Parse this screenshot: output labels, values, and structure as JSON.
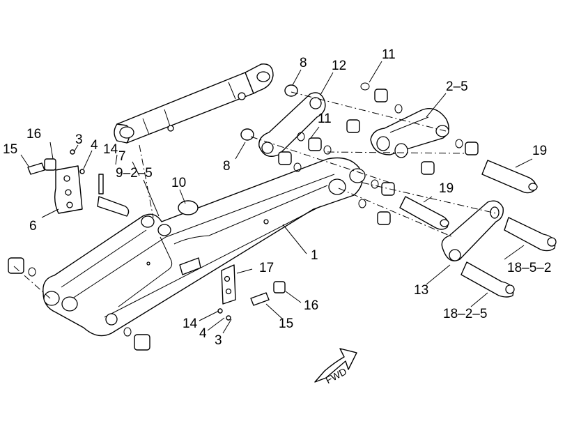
{
  "labels": {
    "l8a": "8",
    "l11a": "11",
    "l12": "12",
    "l2_5": "2–5",
    "l16a": "16",
    "l3a": "3",
    "l4a": "4",
    "l15a": "15",
    "l14a": "14",
    "l7": "7",
    "l9_2_5": "9–2–5",
    "l11b": "11",
    "l8b": "8",
    "l10": "10",
    "l19a": "19",
    "l6": "6",
    "l19b": "19",
    "l1": "1",
    "l17": "17",
    "l18_5_2": "18–5–2",
    "l13": "13",
    "l16b": "16",
    "l14b": "14",
    "l4b": "4",
    "l15b": "15",
    "l3b": "3",
    "l18_2_5": "18–2–5"
  },
  "forward_marker": "FWD"
}
